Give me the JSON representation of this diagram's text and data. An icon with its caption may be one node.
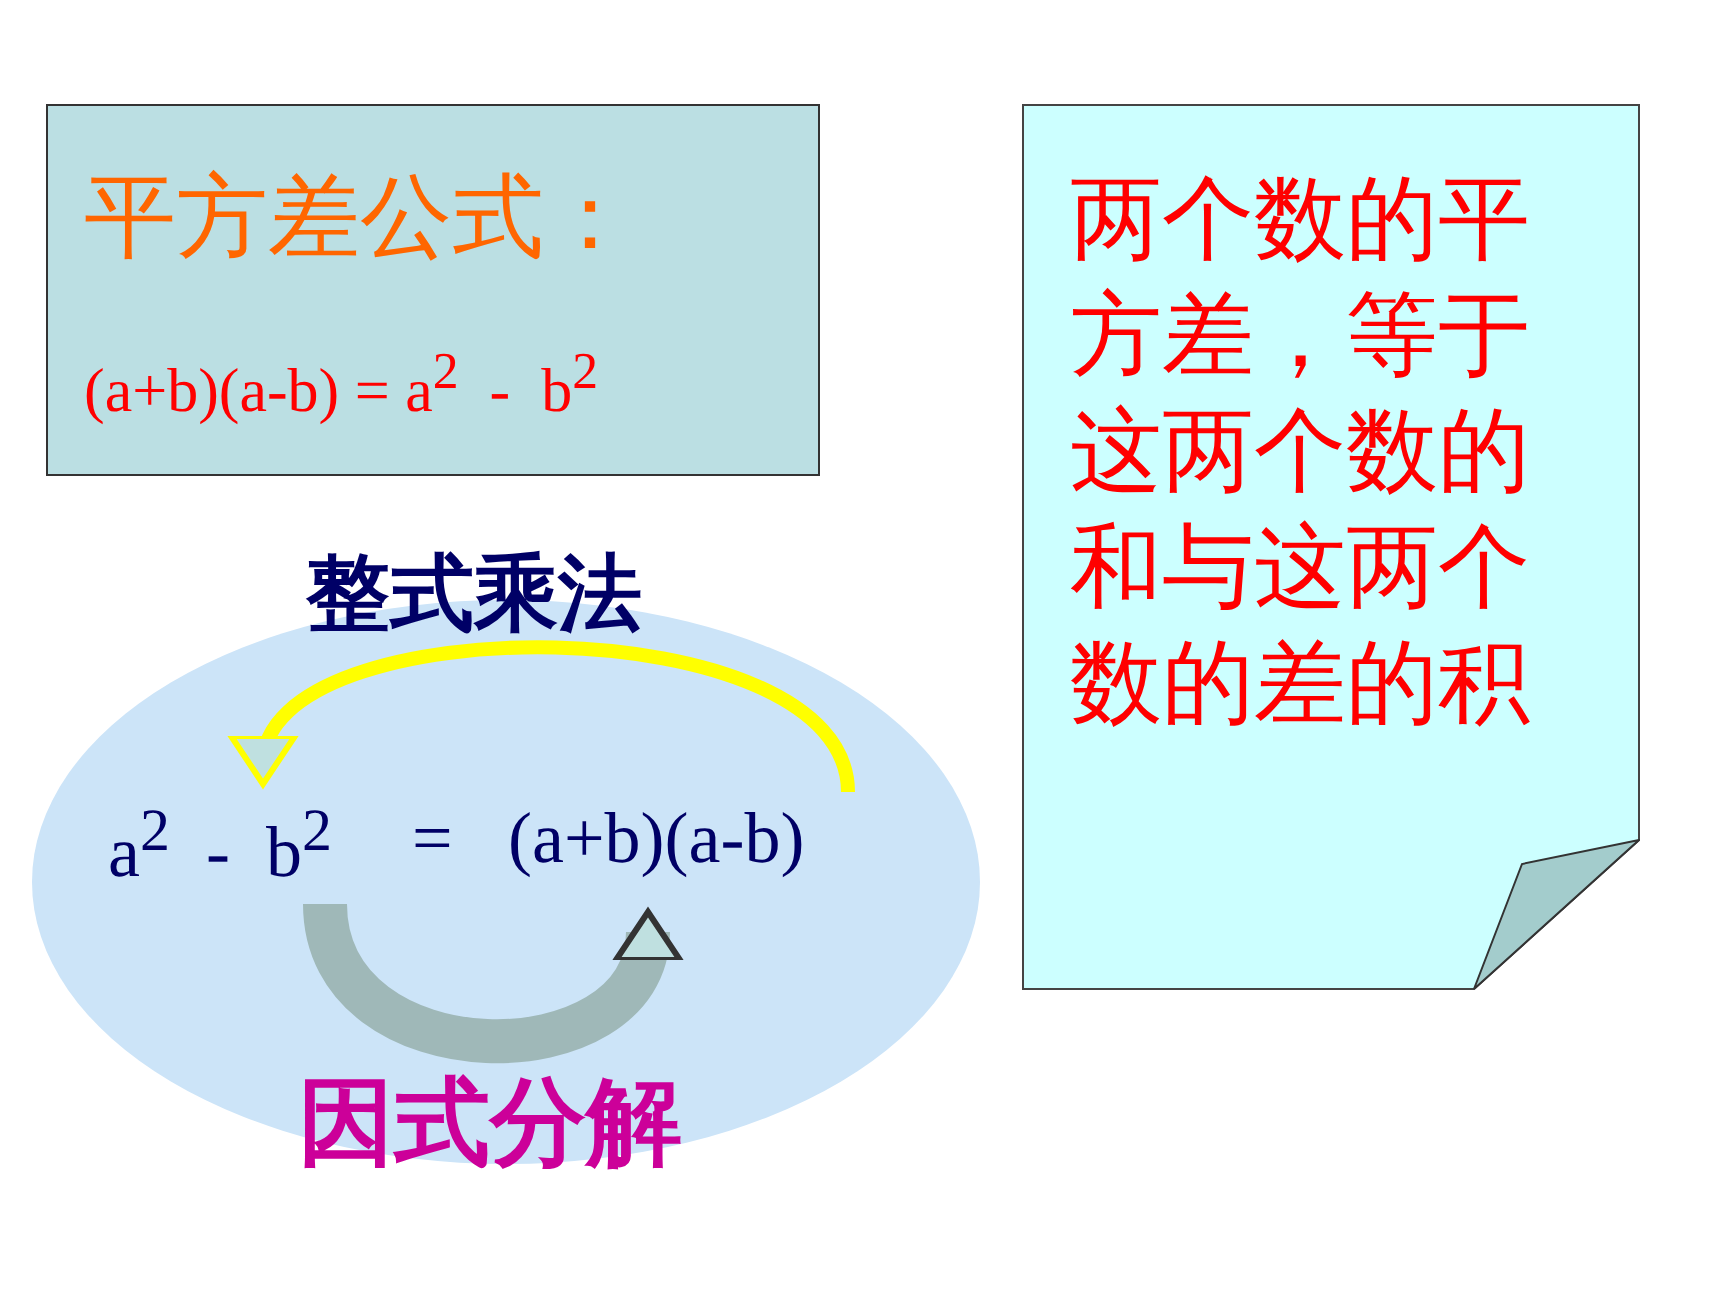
{
  "diagram": {
    "nodes": [
      {
        "text": [
          "平方差公式：",
          "(a+b)(a-b) = a$^{2}$  -  b$^{2}$"
        ]
      },
      {
        "text": [
          "两个数的平方差，等于这两个数的和与这两个数的差的积"
        ]
      },
      {
        "text": [],
        "shape": "ellipse"
      },
      {
        "text": [
          "a$^{2}$  -  b$^{2}$"
        ],
        "in": 2
      },
      {
        "text": [
          "(a+b)(a-b)"
        ],
        "in": 2
      }
    ],
    "edges": [
      {
        "from": 4,
        "to": 3,
        "arrow": "to",
        "label": "整式乘法",
        "color": "#ffff00"
      },
      {
        "from": 3,
        "to": 4,
        "arrow": "to",
        "label": "因式分解",
        "style": "thick",
        "color": "#9fb8b8"
      }
    ],
    "labels": [
      "="
    ]
  }
}
